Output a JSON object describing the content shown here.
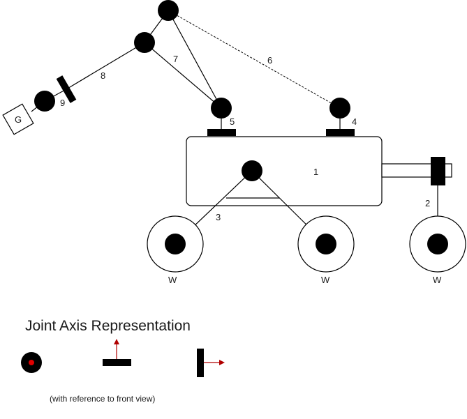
{
  "diagram": {
    "link_labels": {
      "one": "1",
      "two": "2",
      "three": "3",
      "four": "4",
      "five": "5",
      "six": "6",
      "seven": "7",
      "eight": "8",
      "nine": "9"
    },
    "gripper_label": "G",
    "wheel_label": "W"
  },
  "legend": {
    "title": "Joint Axis Representation",
    "note": "(with reference to front view)"
  },
  "colors": {
    "stroke": "#000000",
    "axis_arrow": "#b00000",
    "axis_dot": "#e00000"
  }
}
